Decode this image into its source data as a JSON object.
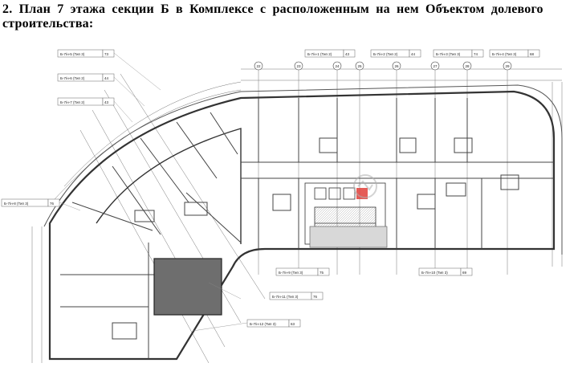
{
  "document": {
    "heading": "2. План 7 этажа секции Б в Комплексе с расположенным на нем Объектом долевого строительства:"
  },
  "plan": {
    "highlight_color": "#6e6e6e",
    "accent_color": "#e0403a",
    "unit_tags": [
      {
        "name": "Б-7/н-1 (Тип 2)",
        "area": "43"
      },
      {
        "name": "Б-7/н-2 (Тип 2)",
        "area": "44"
      },
      {
        "name": "Б-7/н-3 (Тип 3)",
        "area": "74"
      },
      {
        "name": "Б-7/н-4 (Тип 3)",
        "area": "68"
      },
      {
        "name": "Б-7/н-5 (Тип 3)",
        "area": "73"
      },
      {
        "name": "Б-7/н-6 (Тип 2)",
        "area": "44"
      },
      {
        "name": "Б-7/н-7 (Тип 2)",
        "area": "43"
      },
      {
        "name": "Б-7/н-8 (Тип 3)",
        "area": "76"
      },
      {
        "name": "Б-7/н-9 (Тип 3)",
        "area": "75"
      },
      {
        "name": "Б-7/н-10 (Тип 3)",
        "area": "69"
      },
      {
        "name": "Б-7/н-11 (Тип 3)",
        "area": "76"
      },
      {
        "name": "Б-7/н-12 (Тип 3)",
        "area": "63"
      }
    ],
    "grid_axes": [
      "22",
      "23",
      "24",
      "25",
      "26",
      "27",
      "28",
      "29"
    ]
  }
}
